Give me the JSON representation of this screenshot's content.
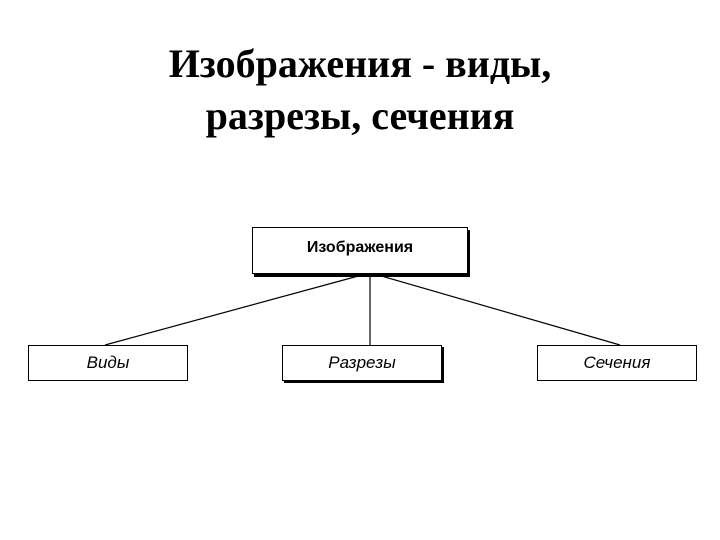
{
  "title": {
    "line1": "Изображения - виды,",
    "line2": "разрезы, сечения"
  },
  "diagram": {
    "root": "Изображения",
    "children": [
      "Виды",
      "Разрезы",
      "Сечения"
    ]
  }
}
